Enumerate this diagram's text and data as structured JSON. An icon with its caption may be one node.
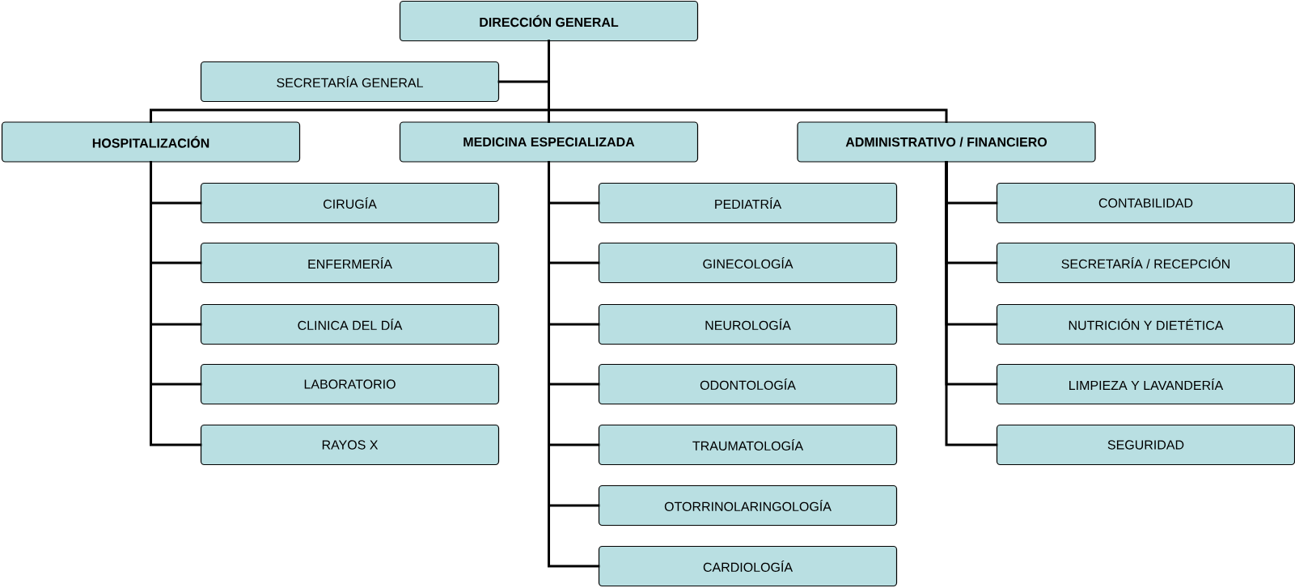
{
  "diagram": {
    "nodes": [
      {
        "text": [
          "DIRECCIÓN GENERAL"
        ]
      },
      {
        "text": [
          "SECRETARÍA GENERAL"
        ]
      },
      {
        "text": [
          "HOSPITALIZACIÓN"
        ]
      },
      {
        "text": [
          "MEDICINA ESPECIALIZADA"
        ]
      },
      {
        "text": [
          "ADMINISTRATIVO / FINANCIERO"
        ]
      },
      {
        "text": [
          "CIRUGÍA"
        ]
      },
      {
        "text": [
          "ENFERMERÍA"
        ]
      },
      {
        "text": [
          "CLINICA DEL DÍA"
        ]
      },
      {
        "text": [
          "LABORATORIO"
        ]
      },
      {
        "text": [
          "RAYOS X"
        ]
      },
      {
        "text": [
          "PEDIATRÍA"
        ]
      },
      {
        "text": [
          "GINECOLOGÍA"
        ]
      },
      {
        "text": [
          "NEUROLOGÍA"
        ]
      },
      {
        "text": [
          "ODONTOLOGÍA"
        ]
      },
      {
        "text": [
          "TRAUMATOLOGÍA"
        ]
      },
      {
        "text": [
          "OTORRINOLARINGOLOGÍA"
        ]
      },
      {
        "text": [
          "CARDIOLOGÍA"
        ]
      },
      {
        "text": [
          "CONTABILIDAD"
        ]
      },
      {
        "text": [
          "SECRETARÍA / RECEPCIÓN"
        ]
      },
      {
        "text": [
          "NUTRICIÓN Y DIETÉTICA"
        ]
      },
      {
        "text": [
          "LIMPIEZA Y LAVANDERÍA"
        ]
      },
      {
        "text": [
          "SEGURIDAD"
        ]
      }
    ],
    "edges": [
      {
        "from": 0,
        "to": 1,
        "arrow": "none"
      },
      {
        "from": 0,
        "to": 2,
        "arrow": "none"
      },
      {
        "from": 0,
        "to": 3,
        "arrow": "none"
      },
      {
        "from": 0,
        "to": 4,
        "arrow": "none"
      },
      {
        "from": 2,
        "to": 5,
        "arrow": "none"
      },
      {
        "from": 2,
        "to": 6,
        "arrow": "none"
      },
      {
        "from": 2,
        "to": 7,
        "arrow": "none"
      },
      {
        "from": 2,
        "to": 8,
        "arrow": "none"
      },
      {
        "from": 2,
        "to": 9,
        "arrow": "none"
      },
      {
        "from": 3,
        "to": 10,
        "arrow": "none"
      },
      {
        "from": 3,
        "to": 11,
        "arrow": "none"
      },
      {
        "from": 3,
        "to": 12,
        "arrow": "none"
      },
      {
        "from": 3,
        "to": 13,
        "arrow": "none"
      },
      {
        "from": 3,
        "to": 14,
        "arrow": "none"
      },
      {
        "from": 3,
        "to": 15,
        "arrow": "none"
      },
      {
        "from": 3,
        "to": 16,
        "arrow": "none"
      },
      {
        "from": 4,
        "to": 17,
        "arrow": "none"
      },
      {
        "from": 4,
        "to": 18,
        "arrow": "none"
      },
      {
        "from": 4,
        "to": 19,
        "arrow": "none"
      },
      {
        "from": 4,
        "to": 20,
        "arrow": "none"
      },
      {
        "from": 4,
        "to": 21,
        "arrow": "none"
      }
    ]
  }
}
